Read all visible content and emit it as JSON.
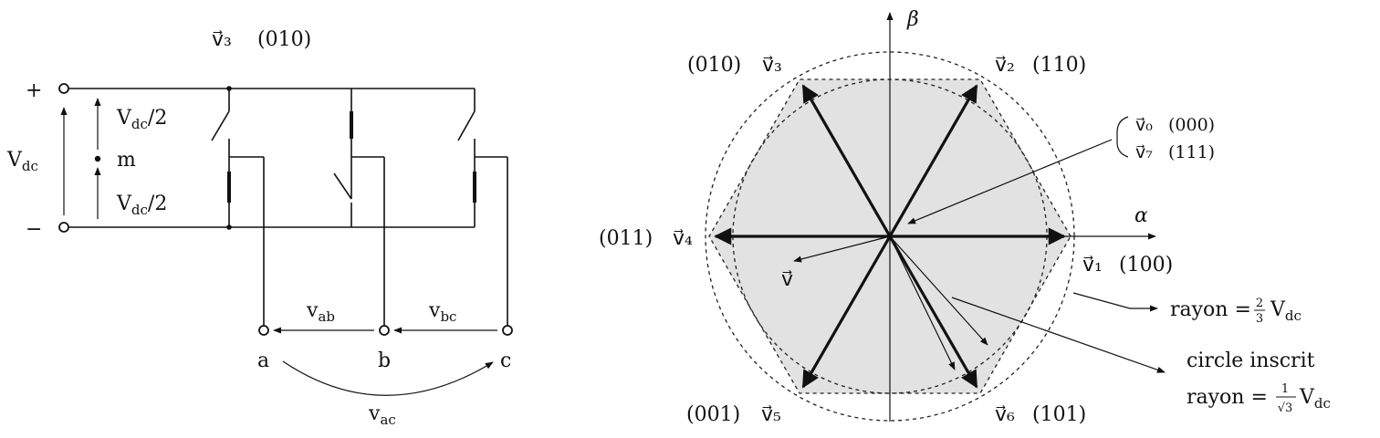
{
  "circuit": {
    "title_vec": "v⃗₃",
    "title_state": "(010)",
    "plus": "+",
    "minus": "−",
    "vdc": "V",
    "vdc_sub": "dc",
    "half_top": "V",
    "half_top_sub": "dc",
    "half_top_tail": "/2",
    "mid": "m",
    "half_bot": "V",
    "half_bot_sub": "dc",
    "half_bot_tail": "/2",
    "node_a": "a",
    "node_b": "b",
    "node_c": "c",
    "vab": "v",
    "vab_sub": "ab",
    "vbc": "v",
    "vbc_sub": "bc",
    "vac": "v",
    "vac_sub": "ac"
  },
  "vector_diagram": {
    "alpha": "α",
    "beta": "β",
    "v": "v⃗",
    "vectors": [
      {
        "name": "v⃗₁",
        "state": "(100)"
      },
      {
        "name": "v⃗₂",
        "state": "(110)"
      },
      {
        "name": "v⃗₃",
        "state": "(010)"
      },
      {
        "name": "v⃗₄",
        "state": "(011)"
      },
      {
        "name": "v⃗₅",
        "state": "(001)"
      },
      {
        "name": "v⃗₆",
        "state": "(101)"
      }
    ],
    "zero_vectors": [
      {
        "name": "v⃗₀",
        "state": "(000)"
      },
      {
        "name": "v⃗₇",
        "state": "(111)"
      }
    ],
    "rayon_label": "rayon =",
    "rayon_num": "2",
    "rayon_den": "3",
    "rayon_tail": "V",
    "rayon_tail_sub": "dc",
    "inscrit_line1": "circle inscrit",
    "inscrit_label": "rayon =",
    "inscrit_num": "1",
    "inscrit_den": "√3",
    "inscrit_tail": "V",
    "inscrit_tail_sub": "dc"
  }
}
